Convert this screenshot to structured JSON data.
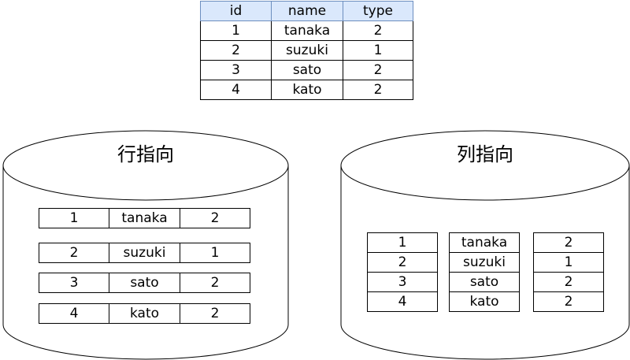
{
  "table": {
    "headers": [
      "id",
      "name",
      "type"
    ],
    "rows": [
      [
        "1",
        "tanaka",
        "2"
      ],
      [
        "2",
        "suzuki",
        "1"
      ],
      [
        "3",
        "sato",
        "2"
      ],
      [
        "4",
        "kato",
        "2"
      ]
    ]
  },
  "row_store": {
    "title": "行指向",
    "records": [
      [
        "1",
        "tanaka",
        "2"
      ],
      [
        "2",
        "suzuki",
        "1"
      ],
      [
        "3",
        "sato",
        "2"
      ],
      [
        "4",
        "kato",
        "2"
      ]
    ]
  },
  "column_store": {
    "title": "列指向",
    "columns": [
      [
        "1",
        "2",
        "3",
        "4"
      ],
      [
        "tanaka",
        "suzuki",
        "sato",
        "kato"
      ],
      [
        "2",
        "1",
        "2",
        "2"
      ]
    ]
  },
  "colors": {
    "header_fill": "#dae8fc",
    "header_border": "#6c8ebf",
    "stroke": "#000000"
  }
}
